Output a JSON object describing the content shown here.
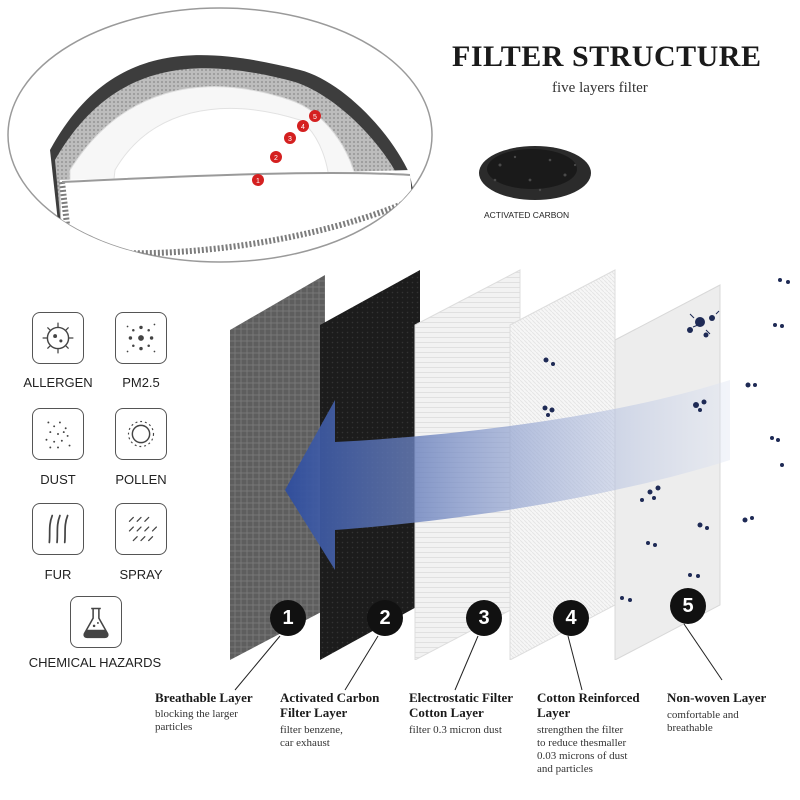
{
  "header": {
    "title": "FILTER STRUCTURE",
    "subtitle": "five layers filter",
    "carbon_label": "ACTIVATED CARBON"
  },
  "mask_markers": [
    "1",
    "2",
    "3",
    "4",
    "5"
  ],
  "hazards": [
    {
      "label": "ALLERGEN",
      "icon": "allergen-icon"
    },
    {
      "label": "PM2.5",
      "icon": "pm25-icon"
    },
    {
      "label": "DUST",
      "icon": "dust-icon"
    },
    {
      "label": "POLLEN",
      "icon": "pollen-icon"
    },
    {
      "label": "FUR",
      "icon": "fur-icon"
    },
    {
      "label": "SPRAY",
      "icon": "spray-icon"
    },
    {
      "label": "CHEMICAL HAZARDS",
      "icon": "flask-icon"
    }
  ],
  "layers": [
    {
      "number": "1",
      "title_lines": [
        "Breathable Layer"
      ],
      "desc_lines": [
        "blocking the larger",
        "particles"
      ],
      "color": "#5a5a5a"
    },
    {
      "number": "2",
      "title_lines": [
        "Activated Carbon",
        "Filter Layer"
      ],
      "desc_lines": [
        "filter benzene,",
        "car exhaust"
      ],
      "color": "#1c1c1c"
    },
    {
      "number": "3",
      "title_lines": [
        "Electrostatic Filter",
        "Cotton Layer"
      ],
      "desc_lines": [
        "filter 0.3 micron dust"
      ],
      "color": "#f2f2f2"
    },
    {
      "number": "4",
      "title_lines": [
        "Cotton Reinforced",
        "Layer"
      ],
      "desc_lines": [
        "strengthen the filter",
        "to reduce thesmaller",
        "0.03 microns of dust",
        "and particles"
      ],
      "color": "#f4f4f4"
    },
    {
      "number": "5",
      "title_lines": [
        "Non-woven Layer"
      ],
      "desc_lines": [
        "comfortable and",
        "breathable"
      ],
      "color": "#eeeeee"
    }
  ],
  "colors": {
    "arrow": "#3a5aa8",
    "marker": "#d42020",
    "particle": "#1e2a55"
  }
}
